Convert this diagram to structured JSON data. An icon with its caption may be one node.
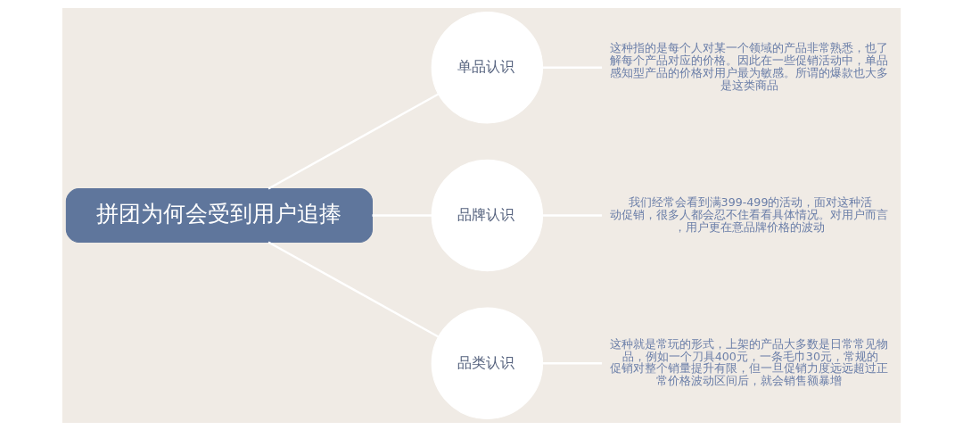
{
  "diagram": {
    "nodes": [
      {
        "text": [
          "拼团为何会受到用户追捧"
        ]
      },
      {
        "text": [
          "单品认识"
        ]
      },
      {
        "text": [
          "品牌认识"
        ]
      },
      {
        "text": [
          "品类认识"
        ]
      },
      {
        "text": [
          "这种指的是每个人对某一个领域的产品非常熟悉，也了解每个产品对应的价格。因此在一些促销活动中，单品感知型产品的价格对用户最为敏感。所谓的爆款也大多是这类商品"
        ]
      },
      {
        "text": [
          "我们经常会看到满399-499的活动，面对这种活动促销，很多人都会忍不住看看具体情况。对用户而言，用户更在意品牌价格的波动"
        ]
      },
      {
        "text": [
          "这种就是常玩的形式，上架的产品大多数是日常常见物品，例如一个刀具400元，一条毛巾30元，常规的促销对整个销量提升有限，但一旦促销力度远远超过正常价格波动区间后，就会销售额暴增"
        ]
      }
    ],
    "edges": [
      {
        "from": 0,
        "to": 1,
        "arrow": "none"
      },
      {
        "from": 0,
        "to": 2,
        "arrow": "none"
      },
      {
        "from": 0,
        "to": 3,
        "arrow": "none"
      },
      {
        "from": 1,
        "to": 4,
        "arrow": "none"
      },
      {
        "from": 2,
        "to": 5,
        "arrow": "none"
      },
      {
        "from": 3,
        "to": 6,
        "arrow": "none"
      }
    ]
  }
}
